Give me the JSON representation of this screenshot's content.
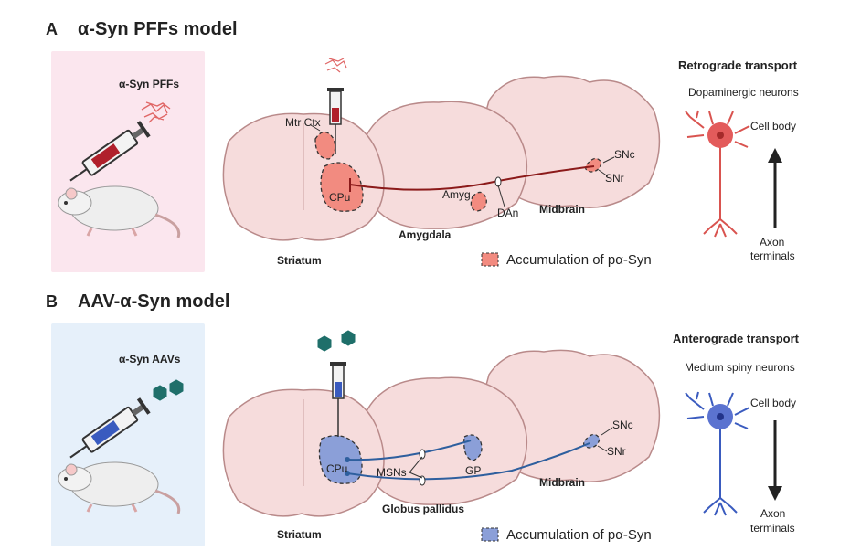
{
  "colors": {
    "pff_bg": "#fbe6ee",
    "aav_bg": "#e6f0fa",
    "pff_accent": "#f28b80",
    "pff_line": "#8b1a1a",
    "aav_accent": "#8b9fd8",
    "aav_line": "#2e5f9e",
    "brain_fill": "#f6dcdc",
    "brain_stroke": "#b98a8a"
  },
  "panel_a": {
    "letter": "A",
    "title": "α-Syn PFFs model",
    "injection_label": "α-Syn PFFs",
    "region_labels": {
      "mtr_ctx": "Mtr Ctx",
      "cpu": "CPu",
      "amyg": "Amyg",
      "dan": "DAn",
      "snc": "SNc",
      "snr": "SNr"
    },
    "section_labels": {
      "striatum": "Striatum",
      "amygdala": "Amygdala",
      "midbrain": "Midbrain"
    },
    "legend": "Accumulation of pα-Syn",
    "transport": {
      "title": "Retrograde transport",
      "neuron_type": "Dopaminergic neurons",
      "cell_body": "Cell body",
      "axon_terminals_1": "Axon",
      "axon_terminals_2": "terminals",
      "arrow_icon": "arrow-up-icon"
    }
  },
  "panel_b": {
    "letter": "B",
    "title": "AAV-α-Syn model",
    "injection_label": "α-Syn AAVs",
    "region_labels": {
      "cpu": "CPu",
      "msns": "MSNs",
      "gp": "GP",
      "snc": "SNc",
      "snr": "SNr"
    },
    "section_labels": {
      "striatum": "Striatum",
      "globus_pallidus": "Globus pallidus",
      "midbrain": "Midbrain"
    },
    "legend": "Accumulation of pα-Syn",
    "transport": {
      "title": "Anterograde transport",
      "neuron_type": "Medium spiny neurons",
      "cell_body": "Cell body",
      "axon_terminals_1": "Axon",
      "axon_terminals_2": "terminals",
      "arrow_icon": "arrow-down-icon"
    }
  }
}
